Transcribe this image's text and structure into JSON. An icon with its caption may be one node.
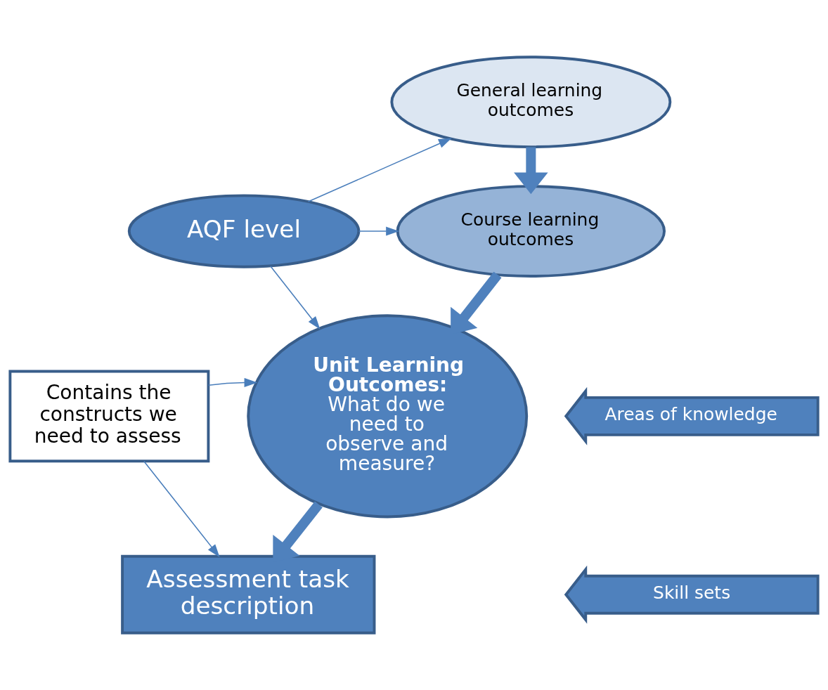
{
  "diagram": {
    "nodes": [
      {
        "text": [
          "General learning outcomes"
        ]
      },
      {
        "text": [
          "AQF level"
        ]
      },
      {
        "text": [
          "Course learning outcomes"
        ]
      },
      {
        "text": [
          "Unit Learning Outcomes:",
          "What do we need to observe and measure?"
        ]
      },
      {
        "text": [
          "Areas of knowledge"
        ]
      },
      {
        "text": [
          "Skill sets"
        ]
      },
      {
        "text": [
          "Contains the constructs we need to assess"
        ]
      },
      {
        "text": [
          "Assessment task description"
        ]
      }
    ],
    "edges": [
      {
        "from": 1,
        "to": 0,
        "arrow": "to"
      },
      {
        "from": 1,
        "to": 2,
        "arrow": "to"
      },
      {
        "from": 1,
        "to": 3,
        "arrow": "to"
      },
      {
        "from": 0,
        "to": 2,
        "arrow": "to",
        "style": "thick"
      },
      {
        "from": 2,
        "to": 3,
        "arrow": "to",
        "style": "thick"
      },
      {
        "from": 3,
        "to": 7,
        "arrow": "to",
        "style": "thick"
      },
      {
        "from": 6,
        "to": 3,
        "arrow": "to"
      },
      {
        "from": 6,
        "to": 7,
        "arrow": "to"
      }
    ]
  }
}
